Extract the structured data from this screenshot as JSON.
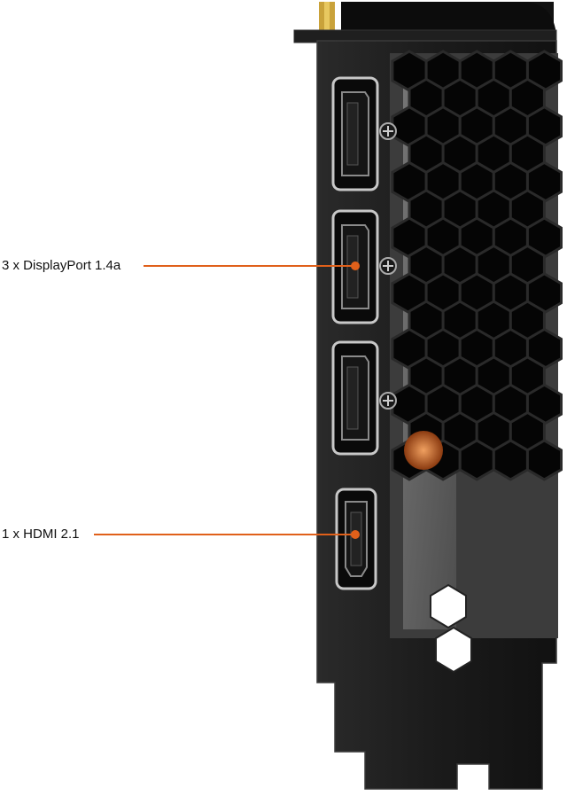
{
  "callouts": {
    "displayport": "3 x DisplayPort 1.4a",
    "hdmi": "1 x HDMI 2.1"
  },
  "colors": {
    "bracket": "#1a1a1a",
    "callout": "#e0601a",
    "background": "#ffffff"
  },
  "icons": [
    "gpu-io-bracket",
    "displayport-port",
    "hdmi-port",
    "screw-icon",
    "vent-hexagon"
  ]
}
